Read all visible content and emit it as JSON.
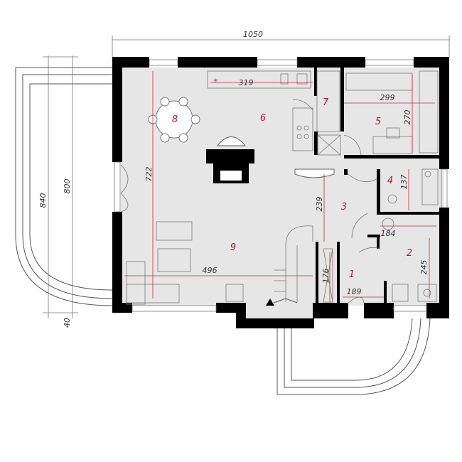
{
  "dimensions": {
    "overall_width": "1050",
    "overall_height_outer": "840",
    "overall_height_inner": "800",
    "offset": "40",
    "kitchen_width": "319",
    "room5_width": "299",
    "room5_height": "270",
    "living_height": "722",
    "hall_height": "239",
    "bath_height": "137",
    "wc_width": "184",
    "room2_height": "245",
    "living_width": "496",
    "vestibule_height": "176",
    "vestibule_width": "189"
  },
  "rooms": {
    "r1": "1",
    "r2": "2",
    "r3": "3",
    "r4": "4",
    "r5": "5",
    "r6": "6",
    "r7": "7",
    "r8": "8",
    "r9": "9"
  }
}
